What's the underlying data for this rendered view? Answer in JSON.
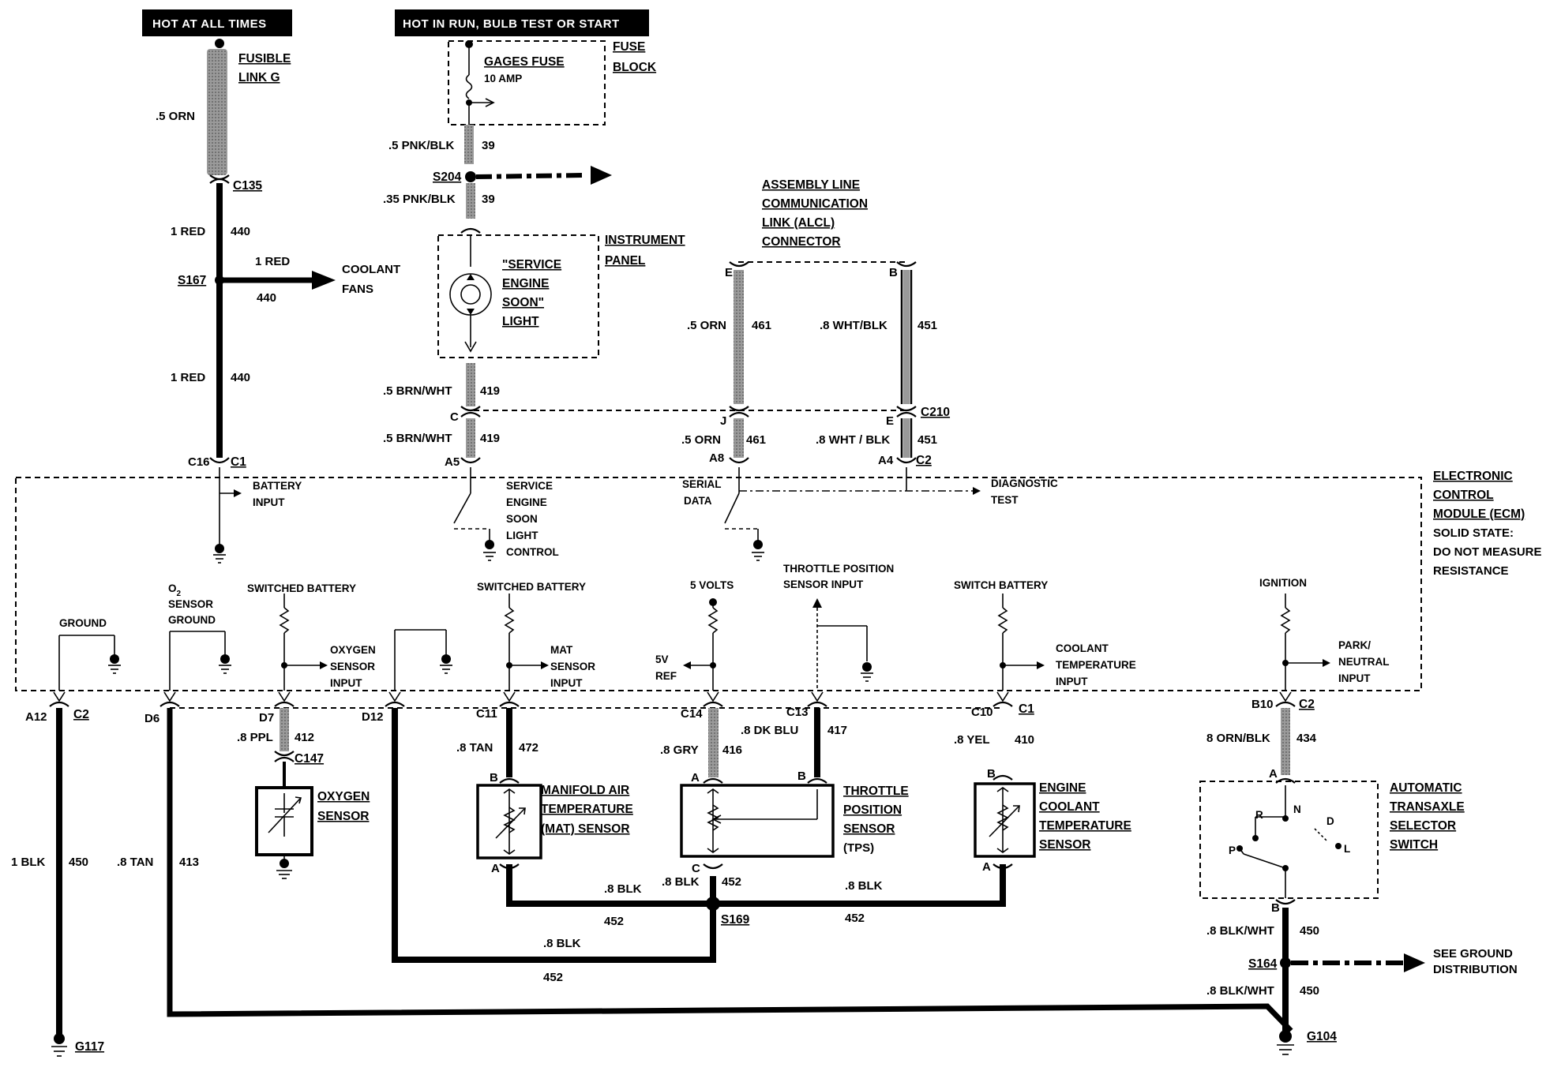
{
  "headers": {
    "hot_at_all_times": "HOT AT ALL TIMES",
    "hot_in_run": "HOT IN RUN, BULB TEST OR START"
  },
  "components": {
    "fusible_link_line1": "FUSIBLE",
    "fusible_link_line2": "LINK G",
    "gages_fuse": "GAGES FUSE",
    "gages_fuse_rating": "10 AMP",
    "fuse_block_line1": "FUSE",
    "fuse_block_line2": "BLOCK",
    "ses_light_line1": "\"SERVICE",
    "ses_light_line2": "ENGINE",
    "ses_light_line3": "SOON\"",
    "ses_light_line4": "LIGHT",
    "instrument_panel_line1": "INSTRUMENT",
    "instrument_panel_line2": "PANEL",
    "alcl_line1": "ASSEMBLY LINE",
    "alcl_line2": "COMMUNICATION",
    "alcl_line3": "LINK (ALCL)",
    "alcl_line4": "CONNECTOR",
    "coolant_fans_line1": "COOLANT",
    "coolant_fans_line2": "FANS",
    "ecm_line1": "ELECTRONIC",
    "ecm_line2": "CONTROL",
    "ecm_line3": "MODULE (ECM)",
    "ecm_line4": "SOLID STATE:",
    "ecm_line5": "DO NOT MEASURE",
    "ecm_line6": "RESISTANCE",
    "oxygen_sensor_line1": "OXYGEN",
    "oxygen_sensor_line2": "SENSOR",
    "mat_line1": "MANIFOLD AIR",
    "mat_line2": "TEMPERATURE",
    "mat_line3": "(MAT) SENSOR",
    "tps_line1": "THROTTLE",
    "tps_line2": "POSITION",
    "tps_line3": "SENSOR",
    "tps_line4": "(TPS)",
    "ect_line1": "ENGINE",
    "ect_line2": "COOLANT",
    "ect_line3": "TEMPERATURE",
    "ect_line4": "SENSOR",
    "ats_line1": "AUTOMATIC",
    "ats_line2": "TRANSAXLE",
    "ats_line3": "SELECTOR",
    "ats_line4": "SWITCH",
    "ground_dist_line1": "SEE GROUND",
    "ground_dist_line2": "DISTRIBUTION"
  },
  "ecm_labels": {
    "battery_input_1": "BATTERY",
    "battery_input_2": "INPUT",
    "ses_ctrl_1": "SERVICE",
    "ses_ctrl_2": "ENGINE",
    "ses_ctrl_3": "SOON",
    "ses_ctrl_4": "LIGHT",
    "ses_ctrl_5": "CONTROL",
    "serial_1": "SERIAL",
    "serial_2": "DATA",
    "diag_1": "DIAGNOSTIC",
    "diag_2": "TEST",
    "ground": "GROUND",
    "o2_ground_1": "O",
    "o2_ground_sub": "2",
    "o2_ground_2": "SENSOR",
    "o2_ground_3": "GROUND",
    "switched_battery_a": "SWITCHED BATTERY",
    "oxy_input_1": "OXYGEN",
    "oxy_input_2": "SENSOR",
    "oxy_input_3": "INPUT",
    "switched_battery_b": "SWITCHED BATTERY",
    "mat_input_1": "MAT",
    "mat_input_2": "SENSOR",
    "mat_input_3": "INPUT",
    "five_volts": "5 VOLTS",
    "five_v_ref_1": "5V",
    "five_v_ref_2": "REF",
    "tps_input_1": "THROTTLE POSITION",
    "tps_input_2": "SENSOR INPUT",
    "switch_battery": "SWITCH BATTERY",
    "ct_input_1": "COOLANT",
    "ct_input_2": "TEMPERATURE",
    "ct_input_3": "INPUT",
    "ignition": "IGNITION",
    "pn_input_1": "PARK/",
    "pn_input_2": "NEUTRAL",
    "pn_input_3": "INPUT"
  },
  "wires": {
    "orn_05": ".5 ORN",
    "red_1a": "1 RED",
    "c440a": "440",
    "red_1b": "1 RED",
    "c440b": "440",
    "red_1c": "1 RED",
    "c440c": "440",
    "pnkblk_05": ".5 PNK/BLK",
    "c39a": "39",
    "pnkblk_035": ".35 PNK/BLK",
    "c39b": "39",
    "brnwht_a": ".5 BRN/WHT",
    "c419a": "419",
    "brnwht_b": ".5 BRN/WHT",
    "c419b": "419",
    "orn_461a": ".5 ORN",
    "c461a": "461",
    "orn_461b": ".5 ORN",
    "c461b": "461",
    "whtblk_a": ".8 WHT/BLK",
    "c451a": "451",
    "whtblk_b": ".8 WHT / BLK",
    "c451b": "451",
    "ppl": ".8 PPL",
    "c412": "412",
    "tan_472": ".8 TAN",
    "c472": "472",
    "gry": ".8 GRY",
    "c416": "416",
    "dkblu": ".8  DK BLU",
    "c417": "417",
    "yel": ".8 YEL",
    "c410": "410",
    "ornblk": "8 ORN/BLK",
    "c434": "434",
    "blk_1": "1 BLK",
    "c450a": "450",
    "tan_413": ".8 TAN",
    "c413": "413",
    "blk_452a": ".8 BLK",
    "c452a": "452",
    "blk_452b": ".8 BLK",
    "c452b": "452",
    "blk_452c": ".8 BLK",
    "c452c": "452",
    "blk_452d": ".8 BLK",
    "c452d": "452",
    "blkwht_a": ".8 BLK/WHT",
    "c450b": "450",
    "blkwht_b": ".8 BLK/WHT",
    "c450c": "450"
  },
  "connectors": {
    "c135": "C135",
    "s167": "S167",
    "s204": "S204",
    "c16": "C16",
    "c1_a": "C1",
    "c_pin": "C",
    "a5": "A5",
    "e_pin": "E",
    "b_pin": "B",
    "j_pin": "J",
    "a8": "A8",
    "e_pin2": "E",
    "c210": "C210",
    "a4": "A4",
    "c2_a": "C2",
    "a12": "A12",
    "c2_b": "C2",
    "d6": "D6",
    "d7": "D7",
    "c147": "C147",
    "d12": "D12",
    "c11": "C11",
    "c14": "C14",
    "c13": "C13",
    "c10": "C10",
    "c1_b": "C1",
    "b10": "B10",
    "c2_c": "C2",
    "mat_b": "B",
    "mat_a": "A",
    "tps_a": "A",
    "tps_b": "B",
    "tps_c": "C",
    "ect_b": "B",
    "ect_a": "A",
    "ats_a": "A",
    "ats_b": "B",
    "ats_r": "R",
    "ats_n": "N",
    "ats_d": "D",
    "ats_p": "P",
    "ats_l": "L",
    "s169": "S169",
    "s164": "S164",
    "g117": "G117",
    "g104": "G104"
  }
}
